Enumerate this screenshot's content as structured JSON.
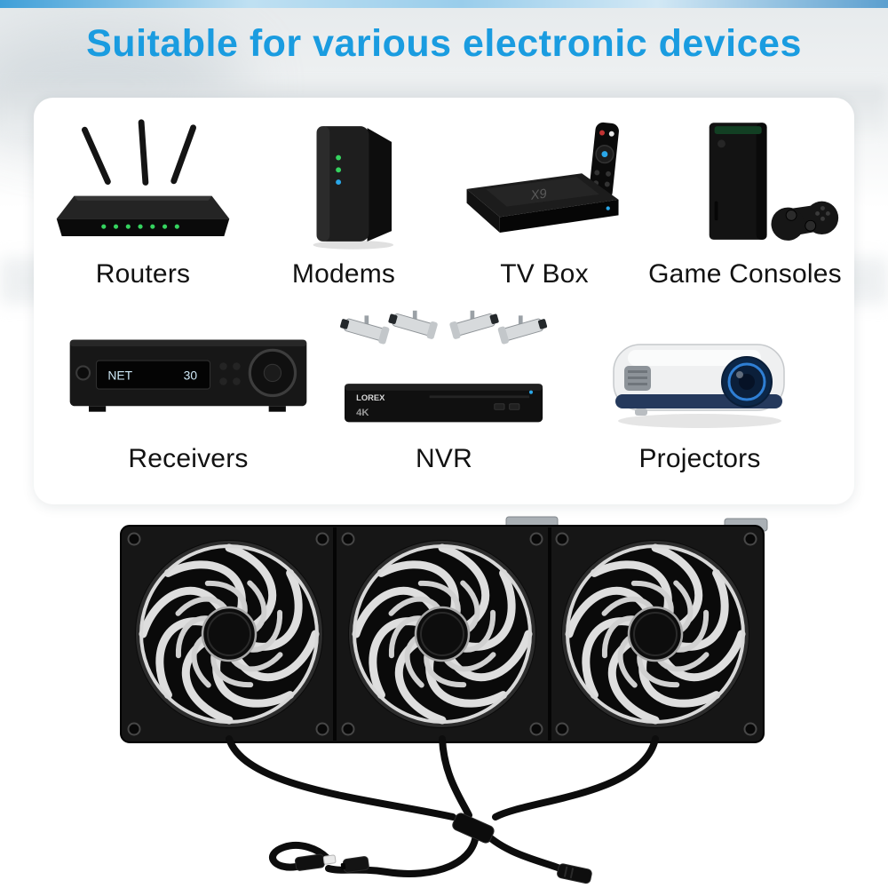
{
  "title": "Suitable for various electronic devices",
  "colors": {
    "accent": "#1a9ce0",
    "top_bar": "#3f9fd8",
    "label_text": "#121212"
  },
  "devices": [
    {
      "label": "Routers"
    },
    {
      "label": "Modems"
    },
    {
      "label": "TV Box"
    },
    {
      "label": "Game Consoles"
    },
    {
      "label": "Receivers"
    },
    {
      "label": "NVR"
    },
    {
      "label": "Projectors"
    }
  ],
  "texts": {
    "tv_box_model": "X9",
    "receiver_display_left": "NET",
    "receiver_display_right": "30",
    "nvr_brand": "LOREX",
    "nvr_resolution": "4K"
  }
}
